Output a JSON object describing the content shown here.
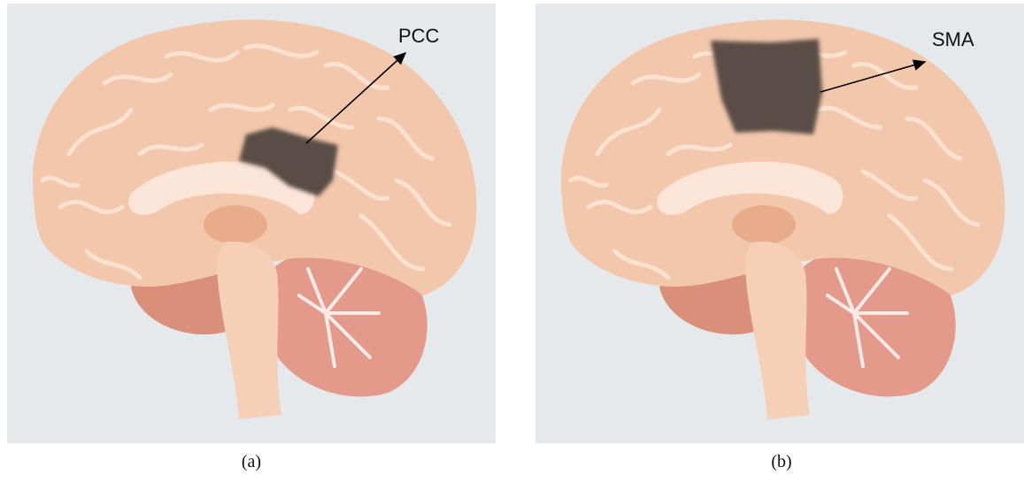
{
  "colors": {
    "background": "#e6e9ec",
    "cortex": "#f3c7ac",
    "cortex_shadow": "#e9ac8b",
    "gyrus_line": "#fbe1d0",
    "inner_light": "#fbe5d8",
    "brainstem": "#f6cfb7",
    "cerebellum": "#e49a8b",
    "cerebellum_inner": "#fbeae6",
    "frontal_base": "#d98f79",
    "highlight_region": "#5a4e47",
    "arrow": "#000000"
  },
  "panels": [
    {
      "region_label": "PCC",
      "caption": "(a)"
    },
    {
      "region_label": "SMA",
      "caption": "(b)"
    }
  ]
}
